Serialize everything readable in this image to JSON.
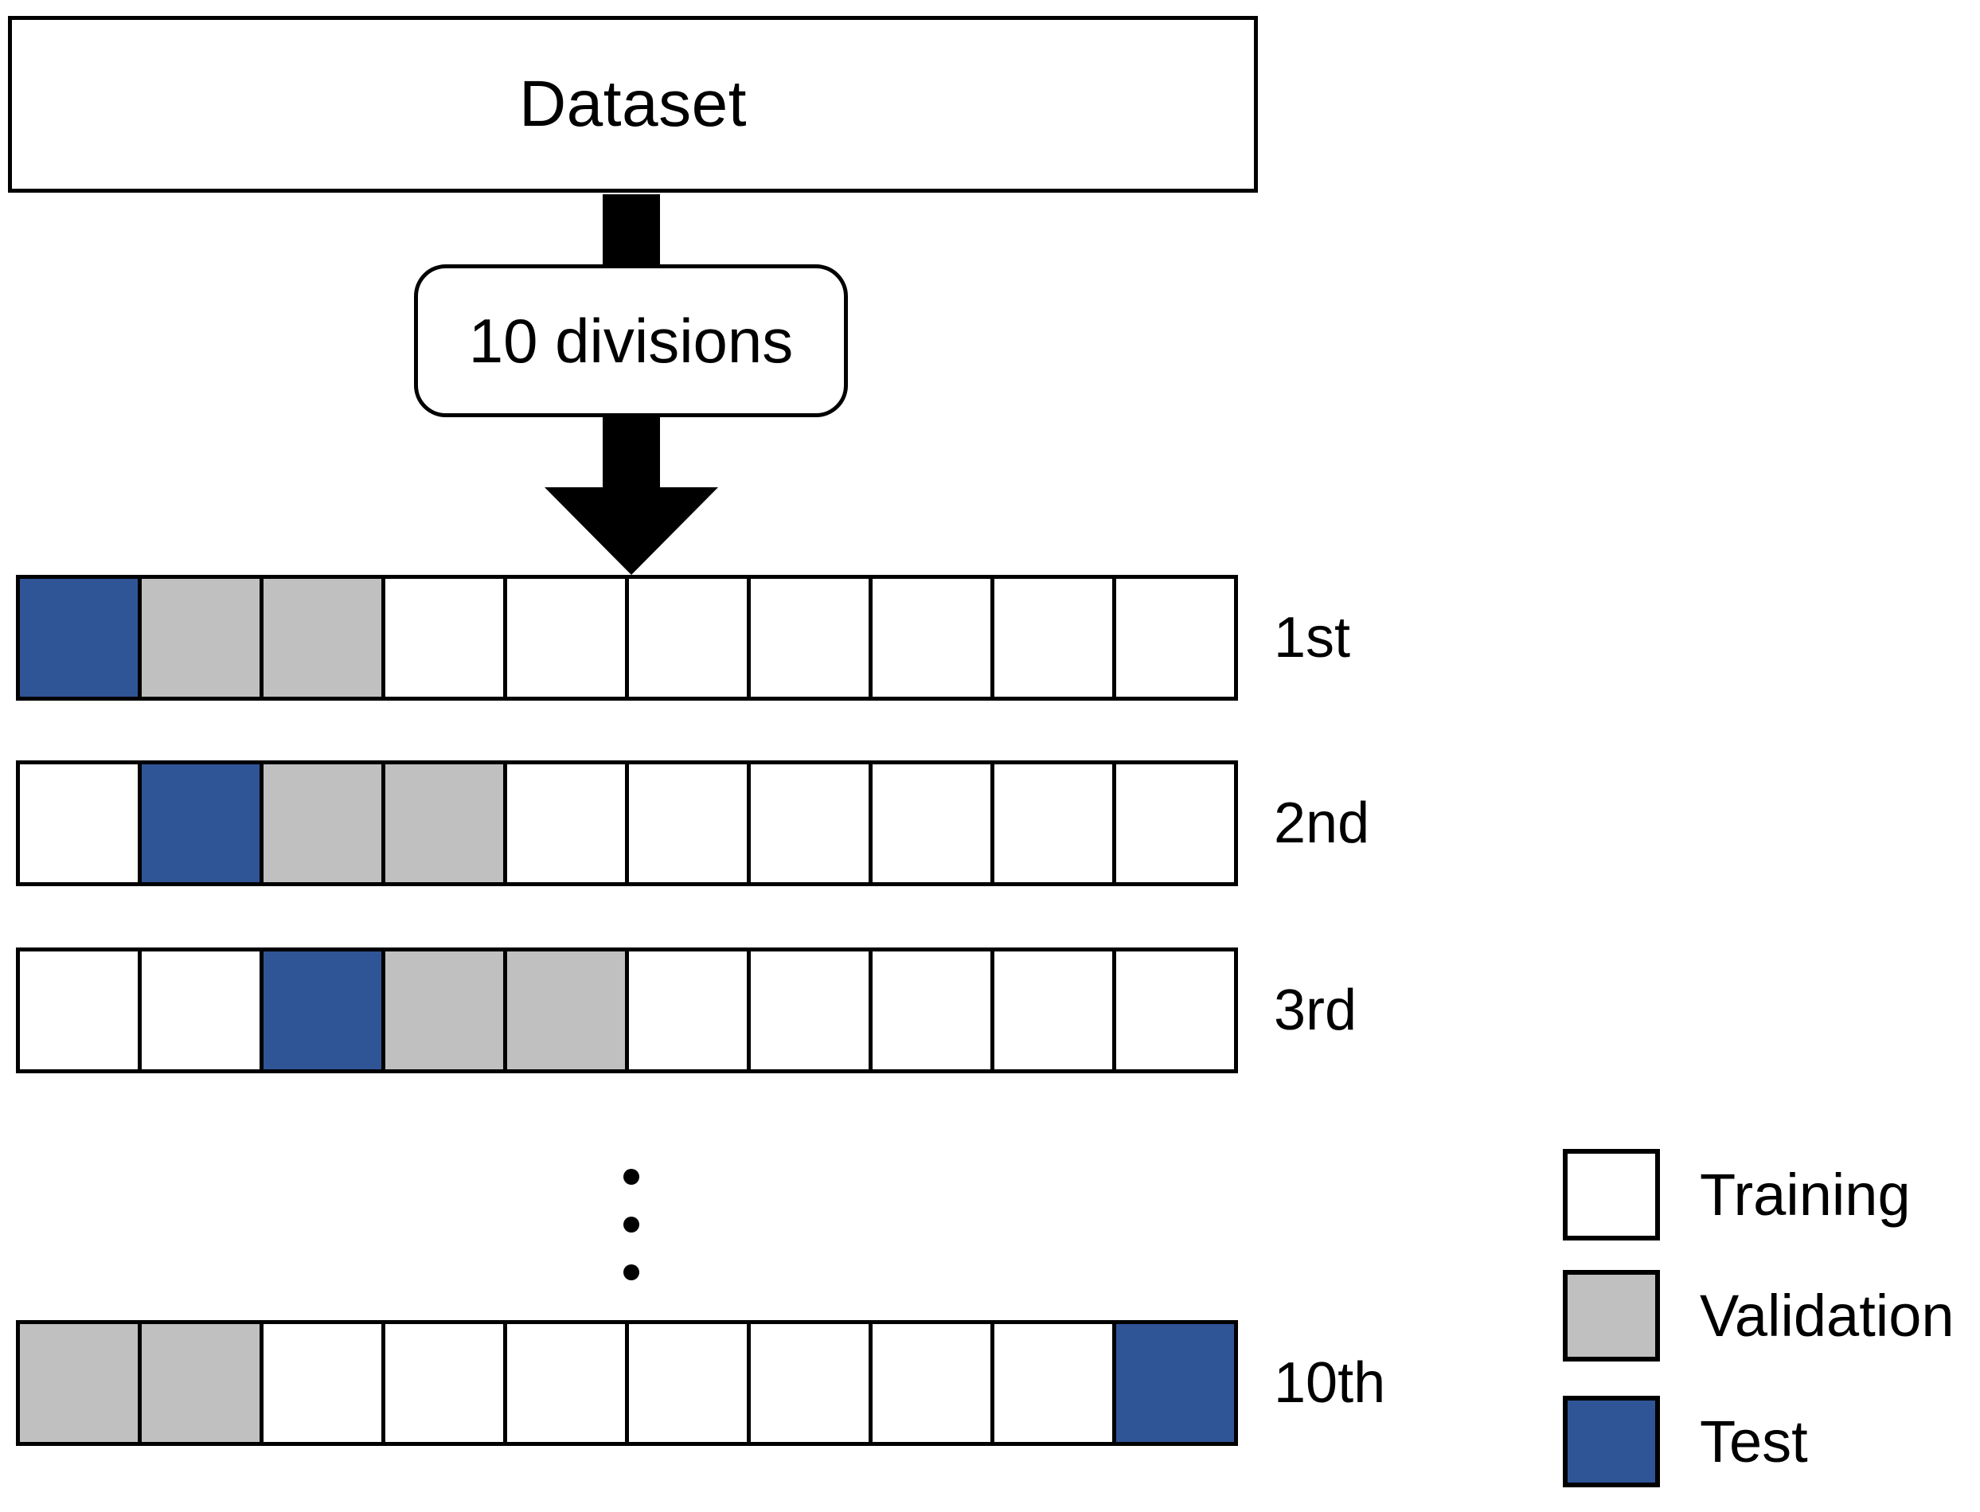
{
  "diagram": {
    "source_box": {
      "label": "Dataset"
    },
    "process_box": {
      "label": "10 divisions"
    },
    "arrow": {
      "name": "down-arrow"
    },
    "ellipsis": {
      "glyph": "vertical-ellipsis"
    },
    "folds": [
      {
        "label": "1st",
        "cells": [
          "test",
          "val",
          "val",
          "train",
          "train",
          "train",
          "train",
          "train",
          "train",
          "train"
        ]
      },
      {
        "label": "2nd",
        "cells": [
          "train",
          "test",
          "val",
          "val",
          "train",
          "train",
          "train",
          "train",
          "train",
          "train"
        ]
      },
      {
        "label": "3rd",
        "cells": [
          "train",
          "train",
          "test",
          "val",
          "val",
          "train",
          "train",
          "train",
          "train",
          "train"
        ]
      },
      {
        "label": "10th",
        "cells": [
          "val",
          "val",
          "train",
          "train",
          "train",
          "train",
          "train",
          "train",
          "train",
          "test"
        ]
      }
    ],
    "legend": [
      {
        "key": "train",
        "label": "Training",
        "color": "#FFFFFF"
      },
      {
        "key": "val",
        "label": "Validation",
        "color": "#C0C0C0"
      },
      {
        "key": "test",
        "label": "Test",
        "color": "#2F5597"
      }
    ],
    "colors": {
      "training": "#FFFFFF",
      "validation": "#C0C0C0",
      "test": "#2F5597",
      "outline": "#000000",
      "background": "#FFFFFF"
    },
    "fold_count": 10,
    "cells_per_fold": 10
  }
}
